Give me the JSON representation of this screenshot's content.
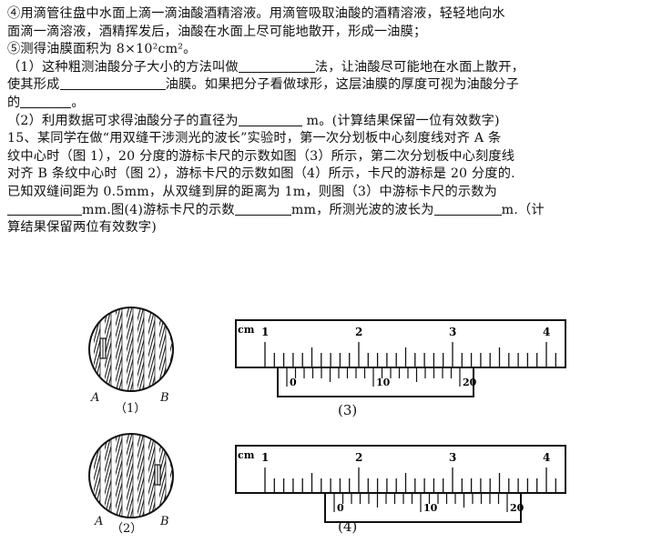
{
  "lines": [
    {
      "parts": [
        {
          "t": "④用滴管往盘中水面上滴一滴油酸酒精溶液。用滴管吸取油酸的酒精溶液，轻轻地向水"
        }
      ]
    },
    {
      "parts": [
        {
          "t": "面滴一滴溶液，酒精挥发后，油酸在水面上尽可能地散开，形成一油膜；"
        }
      ]
    },
    {
      "parts": [
        {
          "t": "⑤测得油膜面积为 8×10²cm²。"
        }
      ]
    },
    {
      "parts": [
        {
          "t": "（1）这种粗测油酸分子大小的方法叫做"
        },
        {
          "blank": 84
        },
        {
          "t": "法，让油酸尽可能地在水面上散开，"
        }
      ]
    },
    {
      "parts": [
        {
          "t": "使其形成"
        },
        {
          "blank": 116
        },
        {
          "t": "油膜。如果把分子看做球形，这层油膜的厚度可视为油酸分子"
        }
      ]
    },
    {
      "parts": [
        {
          "t": "的"
        },
        {
          "blank": 56
        },
        {
          "t": "。"
        }
      ]
    },
    {
      "parts": [
        {
          "t": "（2）利用数据可求得油酸分子的直径为"
        },
        {
          "blank": 70
        },
        {
          "t": " m。(计算结果保留一位有效数字)"
        }
      ]
    },
    {
      "parts": [
        {
          "t": "15、某同学在做“用双缝干涉测光的波长”实验时，第一次分划板中心刻度线对齐 A 条"
        }
      ]
    },
    {
      "parts": [
        {
          "t": "纹中心时（图 1），20 分度的游标卡尺的示数如图（3）所示，第二次分划板中心刻度线"
        }
      ]
    },
    {
      "parts": [
        {
          "t": "对齐 B 条纹中心时（图 2），游标卡尺的示数如图（4）所示，卡尺的游标是 20 分度的."
        }
      ]
    },
    {
      "parts": [
        {
          "t": "已知双缝间距为 0.5mm，从双缝到屏的距离为 1m，则图（3）中游标卡尺的示数为"
        }
      ]
    },
    {
      "parts": [
        {
          "blank": 82
        },
        {
          "t": "mm.图(4)游标卡尺的示数"
        },
        {
          "blank": 62
        },
        {
          "t": "mm，所测光波的波长为"
        },
        {
          "blank": 74
        },
        {
          "t": "m.（计"
        }
      ]
    },
    {
      "parts": [
        {
          "t": "算结果保留两位有效数字)"
        }
      ]
    }
  ],
  "figures": {
    "fig1_caption": "（1）",
    "fig2_caption": "（2）",
    "label_a": "A",
    "label_b": "B",
    "caliper3_caption": "(3)",
    "caliper4_caption": "(4)",
    "main_scale_unit": "cm",
    "main_scale_numbers": [
      "1",
      "2",
      "3",
      "4"
    ],
    "vernier_numbers": [
      "0",
      "10",
      "20"
    ]
  }
}
